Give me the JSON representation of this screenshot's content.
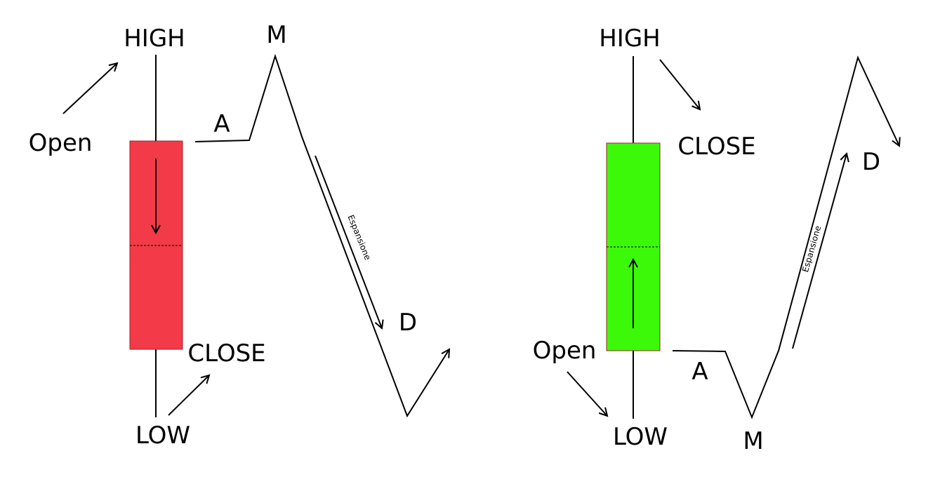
{
  "bearish": {
    "high": "HIGH",
    "open": "Open",
    "close": "CLOSE",
    "low": "LOW",
    "a": "A",
    "m": "M",
    "d": "D",
    "expansion": "Espansione",
    "body_color": "#f23a48"
  },
  "bullish": {
    "high": "HIGH",
    "open": "Open",
    "close": "CLOSE",
    "low": "LOW",
    "a": "A",
    "m": "M",
    "d": "D",
    "expansion": "Espansione",
    "body_color": "#3cf90a"
  }
}
